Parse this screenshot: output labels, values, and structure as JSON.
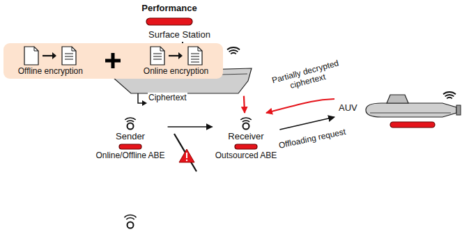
{
  "diagram": {
    "nodes": [
      {
        "text": [
          "Surface Station"
        ]
      },
      {
        "text": [
          "Offline encryption",
          "Online encryption"
        ]
      },
      {
        "text": [
          "Sender",
          "Online/Offline ABE"
        ]
      },
      {
        "text": [
          "Receiver",
          "Outsourced ABE"
        ]
      },
      {
        "text": [
          "AUV"
        ]
      }
    ],
    "edges": [
      {
        "from": 2,
        "to": 3,
        "arrow": "to",
        "label": "Ciphertext"
      },
      {
        "from": 3,
        "to": 4,
        "arrow": "to",
        "label": "Offloading request"
      },
      {
        "from": 4,
        "to": 3,
        "arrow": "to"
      },
      {
        "from": 0,
        "to": 3,
        "arrow": "to"
      }
    ],
    "labels": [
      "Performance",
      "Partially decrypted ciphertext"
    ]
  }
}
